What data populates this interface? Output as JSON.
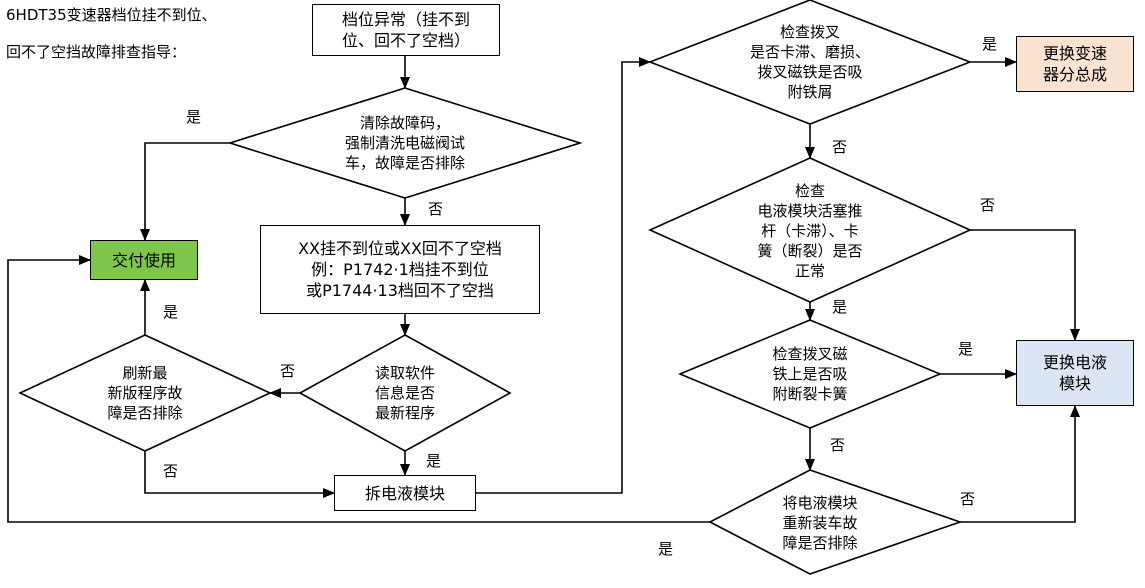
{
  "title": {
    "line1": "6HDT35变速器档位挂不到位、",
    "line2": "回不了空挡故障排查指导："
  },
  "colors": {
    "deliver_fill": "#7ec74a",
    "replace_gearbox_fill": "#fbe3d2",
    "replace_module_fill": "#dbe5f4"
  },
  "nodes": {
    "start": "档位异常（挂不到\n位、回不了空档）",
    "clear_codes": "清除故障码，\n强制清洗电磁阀试\n车，故障是否排除",
    "example": "XX挂不到位或XX回不了空档\n例：P1742·1档挂不到位\n或P1744·13档回不了空挡",
    "deliver": "交付使用",
    "read_software": "读取软件\n信息是否\n最新程序",
    "flash_latest": "刷新最\n新版程序故\n障是否排除",
    "remove_module": "拆电液模块",
    "check_fork": "检查拨叉\n是否卡滞、磨损、\n拨叉磁铁是否吸\n附铁屑",
    "replace_gearbox": "更换变速\n器分总成",
    "check_piston": "检查\n电液模块活塞推\n杆（卡滞）、卡\n簧（断裂）是否\n正常",
    "check_magnet": "检查拨叉磁\n铁上是否吸\n附断裂卡簧",
    "replace_module": "更换电液\n模块",
    "reinstall": "将电液模块\n重新装车故\n障是否排除"
  },
  "edge_labels": {
    "clear_yes": "是",
    "clear_no": "否",
    "flash_yes": "是",
    "read_no": "否",
    "read_yes": "是",
    "flash_no": "否",
    "fork_yes": "是",
    "fork_no": "否",
    "piston_no": "否",
    "piston_yes": "是",
    "magnet_yes": "是",
    "magnet_no": "否",
    "reinstall_no": "否",
    "reinstall_yes": "是"
  }
}
